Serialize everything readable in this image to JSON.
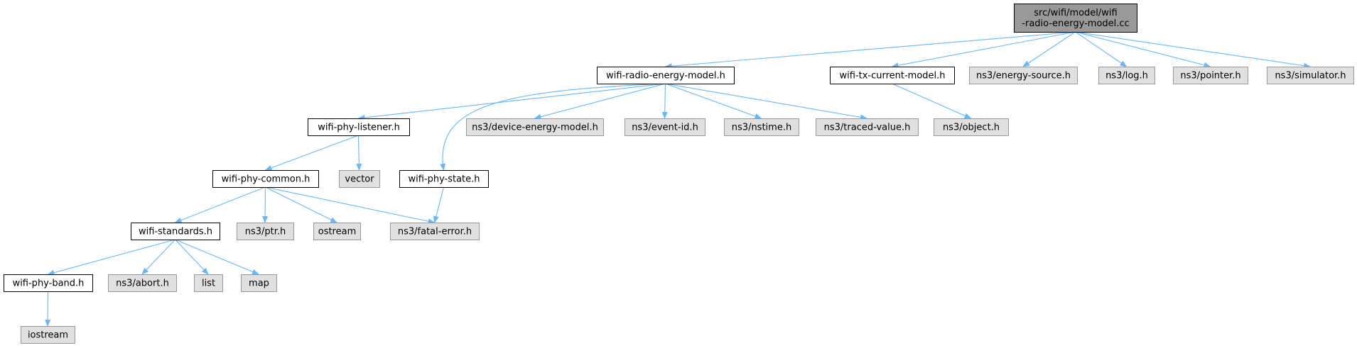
{
  "graph": {
    "title": "",
    "colors": {
      "root_fill": "#999999",
      "local_fill": "#ffffff",
      "external_fill": "#e0e0e0",
      "border_local": "#000000",
      "border_external": "#999999",
      "edge": "#63b8ff"
    },
    "nodes": [
      {
        "id": "root",
        "kind": "root",
        "lines": [
          "src/wifi/model/wifi",
          "-radio-energy-model.cc"
        ]
      },
      {
        "id": "wifi-radio-energy-model-h",
        "kind": "local",
        "lines": [
          "wifi-radio-energy-model.h"
        ]
      },
      {
        "id": "wifi-tx-current-model-h",
        "kind": "local",
        "lines": [
          "wifi-tx-current-model.h"
        ]
      },
      {
        "id": "ns3-energy-source-h",
        "kind": "external",
        "lines": [
          "ns3/energy-source.h"
        ]
      },
      {
        "id": "ns3-log-h",
        "kind": "external",
        "lines": [
          "ns3/log.h"
        ]
      },
      {
        "id": "ns3-pointer-h",
        "kind": "external",
        "lines": [
          "ns3/pointer.h"
        ]
      },
      {
        "id": "ns3-simulator-h",
        "kind": "external",
        "lines": [
          "ns3/simulator.h"
        ]
      },
      {
        "id": "wifi-phy-listener-h",
        "kind": "local",
        "lines": [
          "wifi-phy-listener.h"
        ]
      },
      {
        "id": "ns3-device-energy-model-h",
        "kind": "external",
        "lines": [
          "ns3/device-energy-model.h"
        ]
      },
      {
        "id": "ns3-event-id-h",
        "kind": "external",
        "lines": [
          "ns3/event-id.h"
        ]
      },
      {
        "id": "ns3-nstime-h",
        "kind": "external",
        "lines": [
          "ns3/nstime.h"
        ]
      },
      {
        "id": "ns3-traced-value-h",
        "kind": "external",
        "lines": [
          "ns3/traced-value.h"
        ]
      },
      {
        "id": "ns3-object-h",
        "kind": "external",
        "lines": [
          "ns3/object.h"
        ]
      },
      {
        "id": "wifi-phy-common-h",
        "kind": "local",
        "lines": [
          "wifi-phy-common.h"
        ]
      },
      {
        "id": "vector",
        "kind": "external",
        "lines": [
          "vector"
        ]
      },
      {
        "id": "wifi-phy-state-h",
        "kind": "local",
        "lines": [
          "wifi-phy-state.h"
        ]
      },
      {
        "id": "wifi-standards-h",
        "kind": "local",
        "lines": [
          "wifi-standards.h"
        ]
      },
      {
        "id": "ns3-ptr-h",
        "kind": "external",
        "lines": [
          "ns3/ptr.h"
        ]
      },
      {
        "id": "ostream",
        "kind": "external",
        "lines": [
          "ostream"
        ]
      },
      {
        "id": "ns3-fatal-error-h",
        "kind": "external",
        "lines": [
          "ns3/fatal-error.h"
        ]
      },
      {
        "id": "wifi-phy-band-h",
        "kind": "local",
        "lines": [
          "wifi-phy-band.h"
        ]
      },
      {
        "id": "ns3-abort-h",
        "kind": "external",
        "lines": [
          "ns3/abort.h"
        ]
      },
      {
        "id": "list",
        "kind": "external",
        "lines": [
          "list"
        ]
      },
      {
        "id": "map",
        "kind": "external",
        "lines": [
          "map"
        ]
      },
      {
        "id": "iostream",
        "kind": "external",
        "lines": [
          "iostream"
        ]
      }
    ],
    "edges": [
      [
        "root",
        "wifi-radio-energy-model-h"
      ],
      [
        "root",
        "wifi-tx-current-model-h"
      ],
      [
        "root",
        "ns3-energy-source-h"
      ],
      [
        "root",
        "ns3-log-h"
      ],
      [
        "root",
        "ns3-pointer-h"
      ],
      [
        "root",
        "ns3-simulator-h"
      ],
      [
        "wifi-radio-energy-model-h",
        "wifi-phy-listener-h"
      ],
      [
        "wifi-radio-energy-model-h",
        "wifi-phy-state-h"
      ],
      [
        "wifi-radio-energy-model-h",
        "ns3-device-energy-model-h"
      ],
      [
        "wifi-radio-energy-model-h",
        "ns3-event-id-h"
      ],
      [
        "wifi-radio-energy-model-h",
        "ns3-nstime-h"
      ],
      [
        "wifi-radio-energy-model-h",
        "ns3-traced-value-h"
      ],
      [
        "wifi-tx-current-model-h",
        "ns3-object-h"
      ],
      [
        "wifi-phy-listener-h",
        "wifi-phy-common-h"
      ],
      [
        "wifi-phy-listener-h",
        "vector"
      ],
      [
        "wifi-phy-common-h",
        "wifi-standards-h"
      ],
      [
        "wifi-phy-common-h",
        "ns3-ptr-h"
      ],
      [
        "wifi-phy-common-h",
        "ostream"
      ],
      [
        "wifi-phy-common-h",
        "ns3-fatal-error-h"
      ],
      [
        "wifi-phy-state-h",
        "ns3-fatal-error-h"
      ],
      [
        "wifi-standards-h",
        "wifi-phy-band-h"
      ],
      [
        "wifi-standards-h",
        "ns3-abort-h"
      ],
      [
        "wifi-standards-h",
        "list"
      ],
      [
        "wifi-standards-h",
        "map"
      ],
      [
        "wifi-phy-band-h",
        "iostream"
      ]
    ]
  }
}
